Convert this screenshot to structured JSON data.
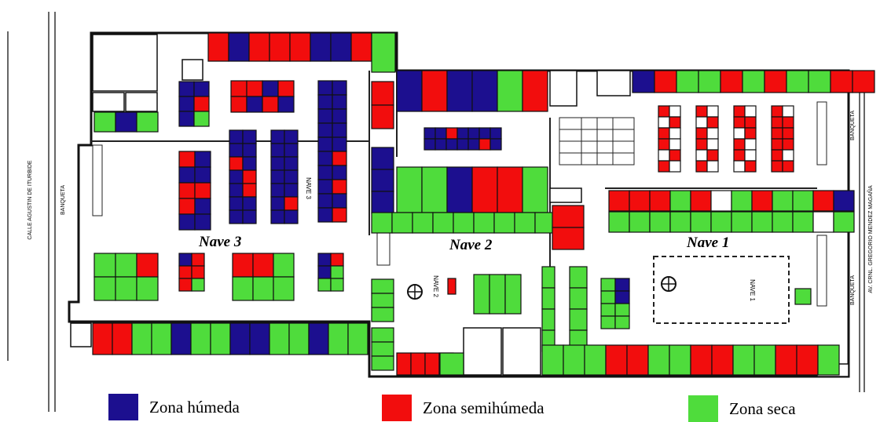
{
  "legend": {
    "humeda": {
      "label": "Zona húmeda",
      "color": "#1c0f8f"
    },
    "semihumeda": {
      "label": "Zona semihúmeda",
      "color": "#f20d0d"
    },
    "seca": {
      "label": "Zona seca",
      "color": "#4fdc3c"
    }
  },
  "halls": {
    "nave3": "Nave 3",
    "nave2": "Nave 2",
    "nave1": "Nave 1"
  },
  "plan_labels": {
    "nave3_vertical": "NAVE 3",
    "nave2_vertical": "NAVE 2",
    "nave1_vertical": "NAVE 1"
  },
  "streets": {
    "left_street": "CALLE AGUSTIN DE ITURBIDE",
    "left_sidewalk": "BANQUETA",
    "right_street": "AV. CRNL. GREGORIO MENDEZ MAGAÑA",
    "right_sidewalk_top": "BANQUETA",
    "right_sidewalk_bottom": "BANQUETA"
  }
}
